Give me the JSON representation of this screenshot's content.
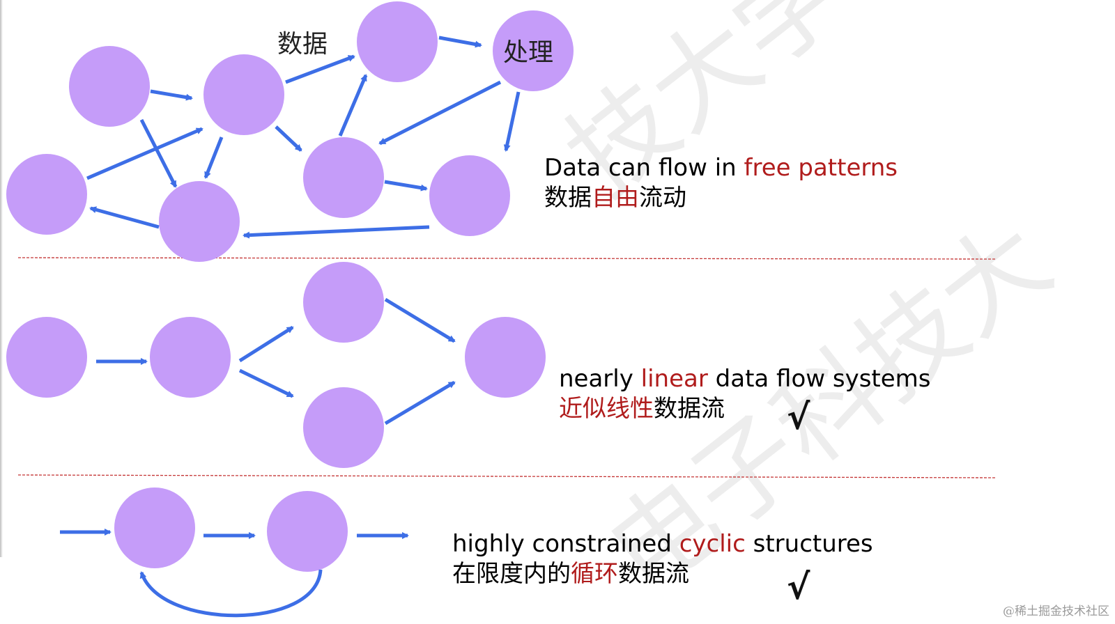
{
  "colors": {
    "node": "#c59cf9",
    "arrow": "#3d6ee6",
    "highlight": "#b01c1c",
    "divider": "#c43535"
  },
  "watermark": {
    "line1": "技大学",
    "line2": "电子科技大"
  },
  "diagram1": {
    "label_data": "数据",
    "label_process": "处理"
  },
  "captions": {
    "free": {
      "en_pre": "Data can flow in ",
      "en_hl": "free patterns",
      "zh_pre": "数据",
      "zh_hl": "自由",
      "zh_post": "流动"
    },
    "linear": {
      "en_pre": "nearly ",
      "en_hl": "linear",
      "en_post": " data flow systems",
      "zh_hl": "近似线性",
      "zh_post": "数据流",
      "check": "√"
    },
    "cyclic": {
      "en_pre": "highly constrained ",
      "en_hl": "cyclic",
      "en_post": " structures",
      "zh_pre": "在限度内的",
      "zh_hl": "循环",
      "zh_post": "数据流",
      "check": "√"
    }
  },
  "footer": {
    "text": "@稀土掘金技术社区"
  }
}
